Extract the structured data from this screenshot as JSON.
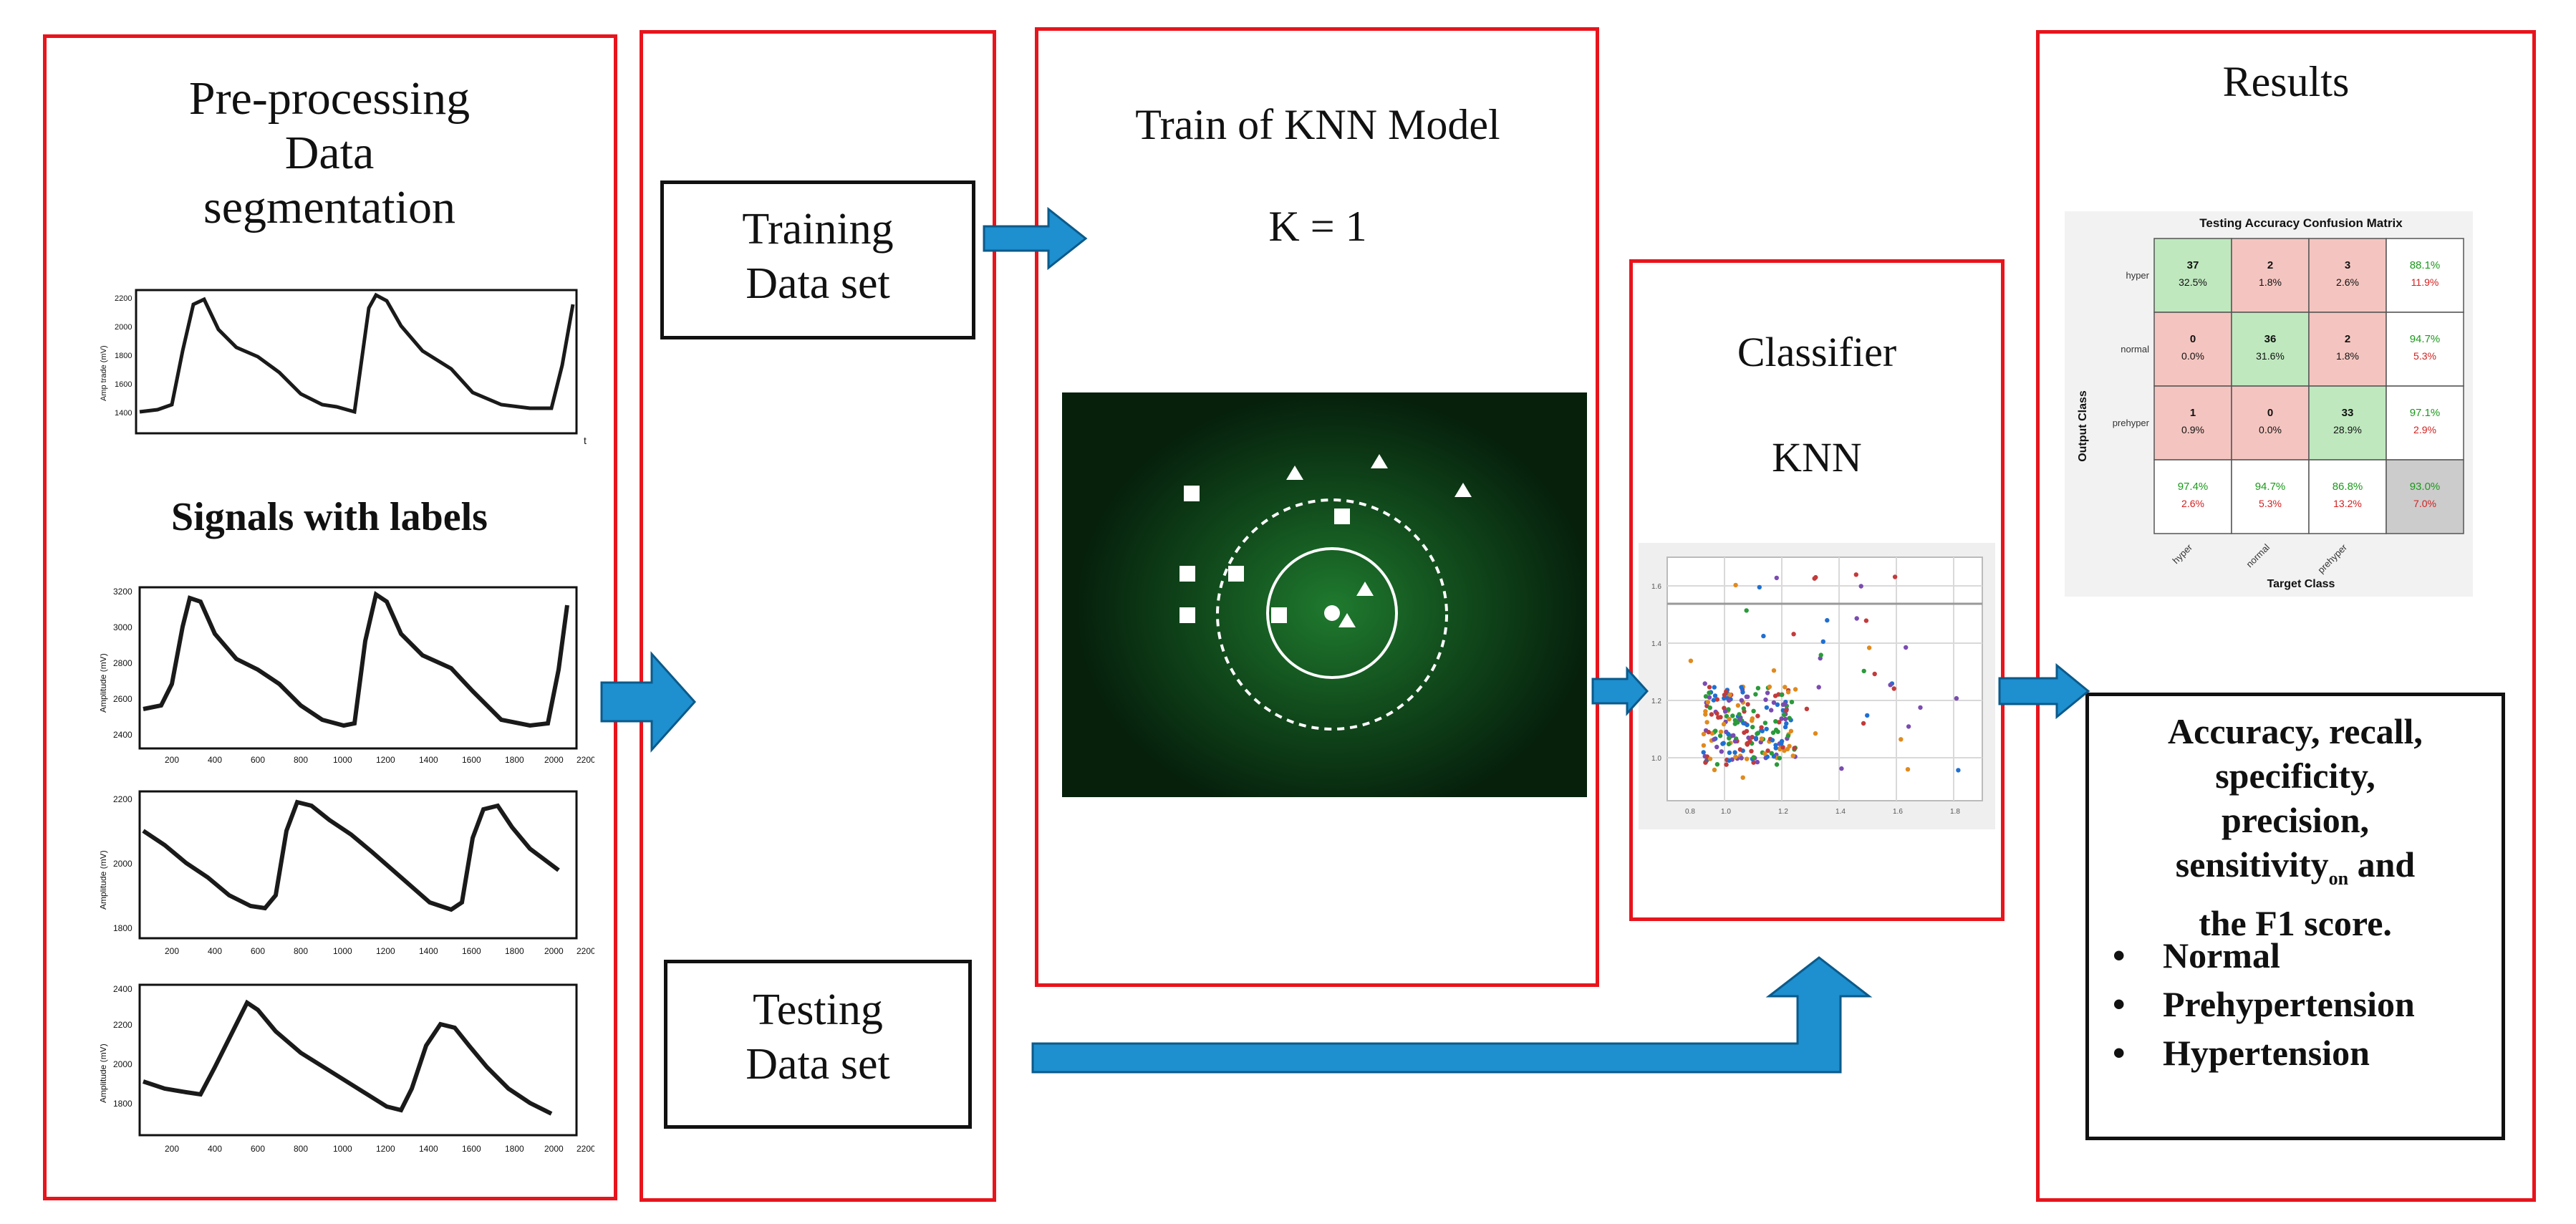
{
  "col1": {
    "title_line1": "Pre-processing",
    "title_line2": "Data",
    "title_line3": "segmentation",
    "signals_label": "Signals with labels"
  },
  "col2": {
    "training_line1": "Training",
    "training_line2": "Data set",
    "testing_line1": "Testing",
    "testing_line2": "Data set"
  },
  "col3": {
    "title": "Train of KNN Model",
    "k_value": "K = 1"
  },
  "col4": {
    "title": "Classifier",
    "model": "KNN"
  },
  "col5": {
    "title": "Results",
    "cm_title": "Testing Accuracy Confusion Matrix",
    "cm_ylabel": "Output Class",
    "cm_xlabel": "Target Class",
    "cm_classes": [
      "hyper",
      "normal",
      "prehyper"
    ],
    "cm_cells": [
      [
        "37",
        "32.5%",
        "2",
        "1.8%",
        "3",
        "2.6%",
        "88.1%",
        "11.9%"
      ],
      [
        "0",
        "0.0%",
        "36",
        "31.6%",
        "2",
        "1.8%",
        "94.7%",
        "5.3%"
      ],
      [
        "1",
        "0.9%",
        "0",
        "0.0%",
        "33",
        "28.9%",
        "97.1%",
        "2.9%"
      ],
      [
        "97.4%",
        "2.6%",
        "94.7%",
        "5.3%",
        "86.8%",
        "13.2%",
        "93.0%",
        "7.0%"
      ]
    ],
    "metrics_line1": "Accuracy, recall,",
    "metrics_line2": "specificity,",
    "metrics_line3": "precision,",
    "metrics_line4": "sensitivity",
    "metrics_sub": "on",
    "metrics_line4b": " and",
    "metrics_line5": "the F1 score.",
    "bullets": [
      "Normal",
      "Prehypertension",
      "Hypertension"
    ]
  },
  "colors": {
    "box_border": "#e8141c",
    "arrow_fill": "#1e8fcf",
    "arrow_stroke": "#0b5a8a",
    "knn_bg": "#06200c"
  }
}
